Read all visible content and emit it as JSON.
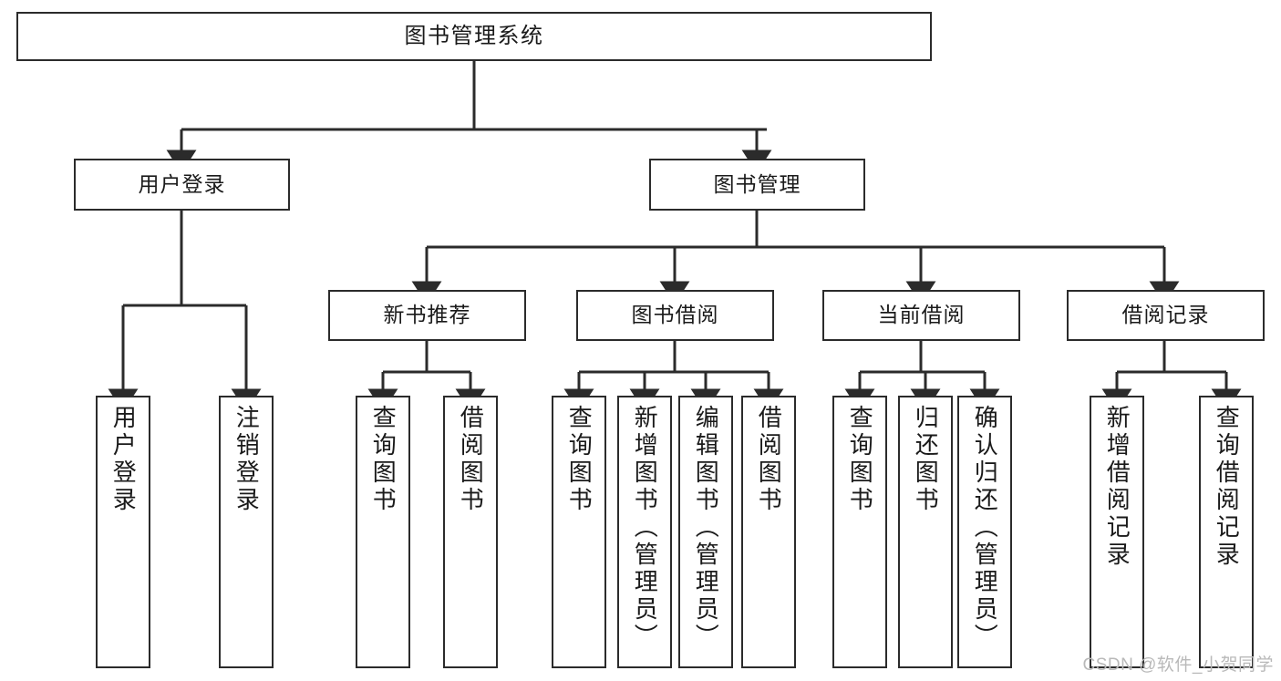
{
  "diagram": {
    "title": "图书管理系统",
    "type": "功能结构图",
    "stroke_color": "#2b2b2b",
    "fill_color": "#ffffff",
    "text_color": "#1a1a1a"
  },
  "nodes": {
    "root": {
      "label": "图书管理系统"
    },
    "level2": [
      {
        "id": "user-login",
        "label": "用户登录"
      },
      {
        "id": "book-management",
        "label": "图书管理"
      }
    ],
    "level3": [
      {
        "id": "new-book-recommend",
        "label": "新书推荐"
      },
      {
        "id": "book-borrow",
        "label": "图书借阅"
      },
      {
        "id": "current-borrow",
        "label": "当前借阅"
      },
      {
        "id": "borrow-record",
        "label": "借阅记录"
      }
    ],
    "leaves": {
      "user-login": [
        {
          "id": "user-login-leaf",
          "label": "用户登录"
        },
        {
          "id": "logout-leaf",
          "label": "注销登录"
        }
      ],
      "new-book-recommend": [
        {
          "id": "query-book-1",
          "label": "查询图书"
        },
        {
          "id": "borrow-book-1",
          "label": "借阅图书"
        }
      ],
      "book-borrow": [
        {
          "id": "query-book-2",
          "label": "查询图书"
        },
        {
          "id": "add-book",
          "label": "新增图书（管理员）"
        },
        {
          "id": "edit-book",
          "label": "编辑图书（管理员）"
        },
        {
          "id": "borrow-book-2",
          "label": "借阅图书"
        }
      ],
      "current-borrow": [
        {
          "id": "query-book-3",
          "label": "查询图书"
        },
        {
          "id": "return-book",
          "label": "归还图书"
        },
        {
          "id": "confirm-return",
          "label": "确认归还（管理员）"
        }
      ],
      "borrow-record": [
        {
          "id": "add-borrow-record",
          "label": "新增借阅记录"
        },
        {
          "id": "query-borrow-record",
          "label": "查询借阅记录"
        }
      ]
    }
  },
  "watermark": {
    "text": "CSDN @软件_小贺同学"
  }
}
